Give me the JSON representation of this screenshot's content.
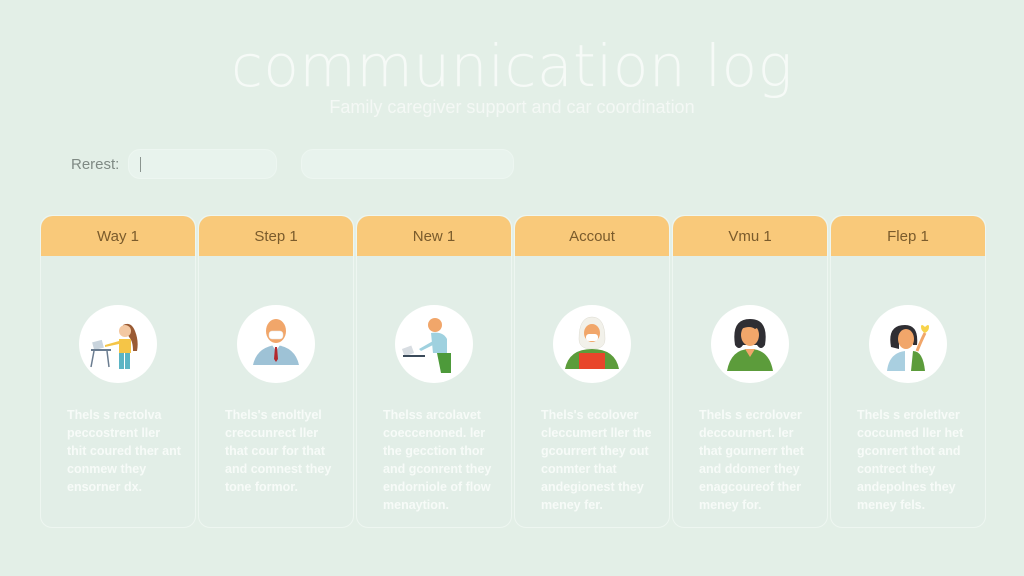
{
  "header": {
    "title": "communication log",
    "subtitle": "Family caregiver support and car coordination"
  },
  "filters": {
    "label": "Rerest:",
    "input_one_value": "",
    "input_two_value": ""
  },
  "columns": [
    {
      "label": "Way 1",
      "avatar_icon": "person-at-laptop-icon",
      "text": "Thels s rectolva peccostrent ller thit coured ther ant conmew they ensorner dx."
    },
    {
      "label": "Step 1",
      "avatar_icon": "man-in-mask-icon",
      "text": "Thels's enoltlyel creccunrect ller that cour for that and comnest they tone formor."
    },
    {
      "label": "New 1",
      "avatar_icon": "man-typing-icon",
      "text": "Thelss arcolavet coeccenoned. ler the gecction thor and gconrent they endorniole of flow menaytion."
    },
    {
      "label": "Accout",
      "avatar_icon": "woman-in-headscarf-icon",
      "text": "Thels's ecolover cleccumert ller the gcourrert they out conmter that andegionest they meney fer."
    },
    {
      "label": "Vmu 1",
      "avatar_icon": "woman-portrait-icon",
      "text": "Thels s ecrolover deccournert. ler that gournerr thet and ddomer they enagcoureof ther meney for."
    },
    {
      "label": "Flep 1",
      "avatar_icon": "woman-with-heart-icon",
      "text": "Thels s eroletlver coccumed ller het gconrert thot and contrect they andepolnes they meney fels."
    }
  ]
}
